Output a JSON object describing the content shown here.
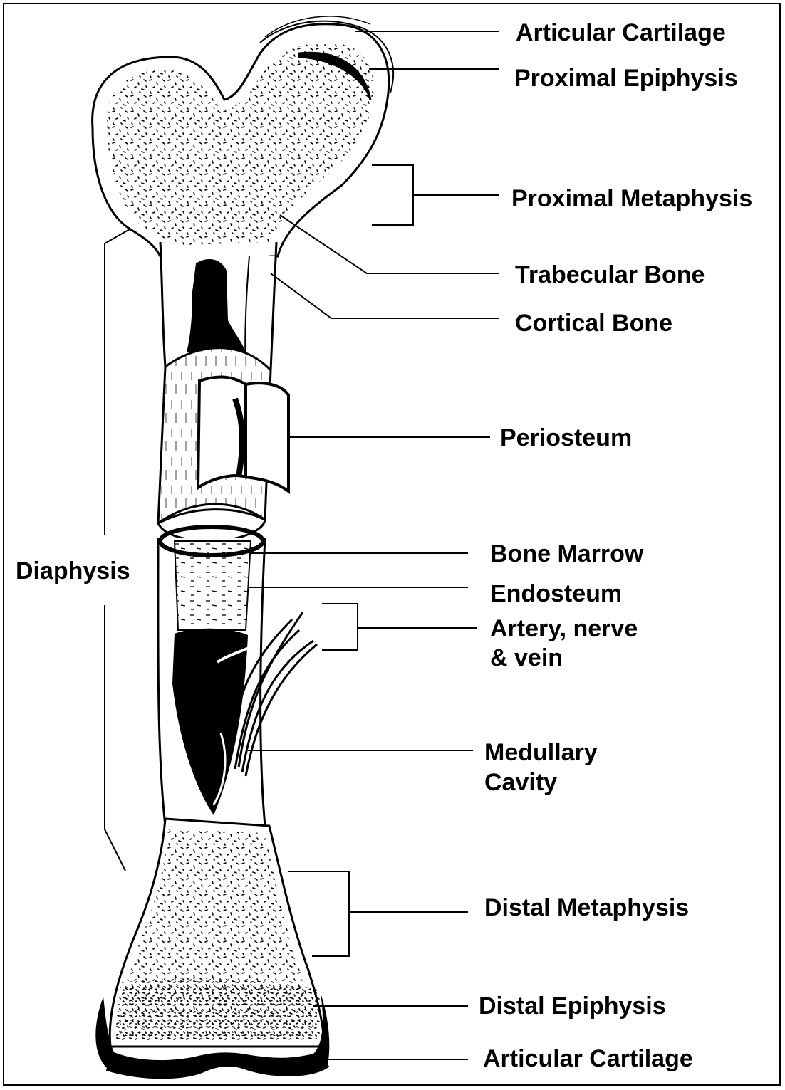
{
  "diagram": {
    "labels": {
      "articular_cartilage_top": "Articular Cartilage",
      "proximal_epiphysis": "Proximal Epiphysis",
      "proximal_metaphysis": "Proximal Metaphysis",
      "trabecular_bone": "Trabecular Bone",
      "cortical_bone": "Cortical Bone",
      "periosteum": "Periosteum",
      "diaphysis": "Diaphysis",
      "bone_marrow": "Bone Marrow",
      "endosteum": "Endosteum",
      "artery_line1": "Artery, nerve",
      "artery_line2": "& vein",
      "medullary_line1": "Medullary",
      "medullary_line2": "Cavity",
      "distal_metaphysis": "Distal Metaphysis",
      "distal_epiphysis": "Distal Epiphysis",
      "articular_cartilage_bottom": "Articular Cartilage"
    },
    "colors": {
      "ink": "#000000",
      "background": "#ffffff"
    }
  }
}
